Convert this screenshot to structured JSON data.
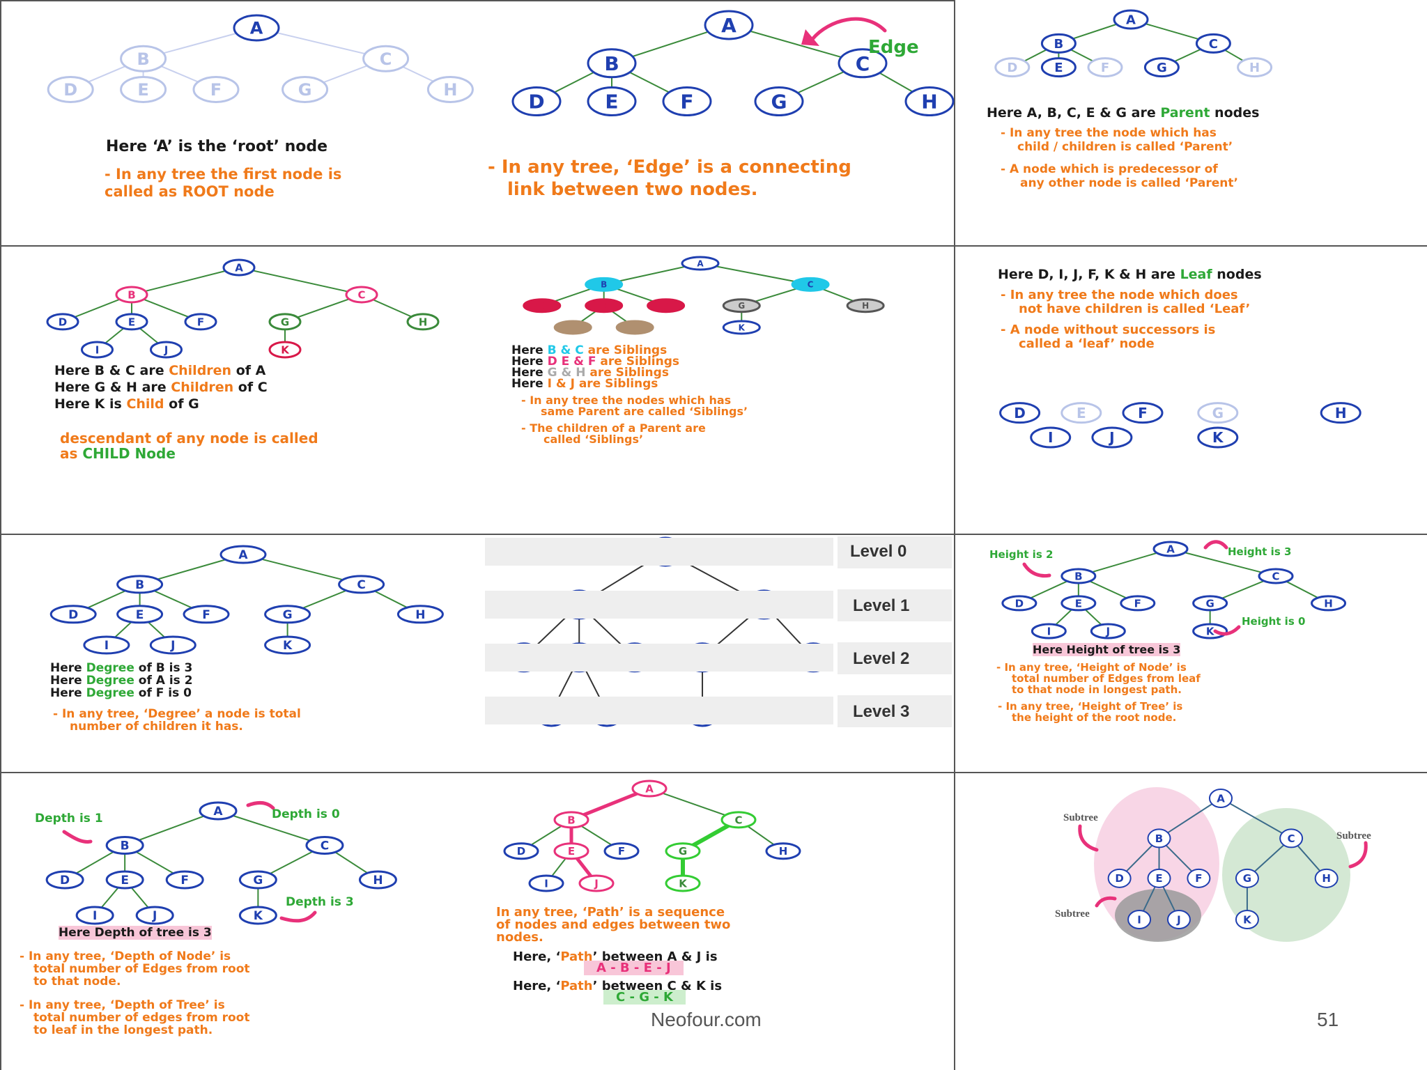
{
  "footer": "Neofour.com",
  "page_number": "51",
  "panels": {
    "root": {
      "caption": "Here ‘A’ is the ‘root’ node",
      "line1": "- In any tree the first node is",
      "line2": "called as ROOT node"
    },
    "edge": {
      "arrow_label": "Edge",
      "line1": "- In any tree, ‘Edge’ is a connecting",
      "line2": "link between two nodes."
    },
    "parent": {
      "caption_a": "Here A, B, C, E & G are ",
      "caption_b": "Parent",
      "caption_c": " nodes",
      "line1": "- In any tree the node which has",
      "line2": "child / children is called ‘Parent’",
      "line3": "- A node which is predecessor of",
      "line4": "any other node is called ‘Parent’"
    },
    "children": {
      "r1a": "Here B & C are ",
      "r1b": "Children",
      "r1c": " of A",
      "r2a": "Here G & H are ",
      "r2b": "Children",
      "r2c": " of C",
      "r3a": "Here K is ",
      "r3b": "Child",
      "r3c": " of G",
      "line1": "descendant of any node is called",
      "line2a": "as ",
      "line2b": "CHILD Node"
    },
    "siblings": {
      "r1a": "Here ",
      "r1b": "B & C",
      "r1c": " are Siblings",
      "r2a": "Here ",
      "r2b": "D E & F",
      "r2c": " are Siblings",
      "r3a": "Here ",
      "r3b": "G & H",
      "r3c": " are Siblings",
      "r4a": "Here ",
      "r4b": "I & J",
      "r4c": " are Siblings",
      "line1": "- In any tree the nodes which has",
      "line2": "same Parent are called ‘Siblings’",
      "line3": "- The children of a Parent are",
      "line4": "called ‘Siblings’"
    },
    "leaf": {
      "caption_a": "Here D, I, J, F, K & H are ",
      "caption_b": "Leaf",
      "caption_c": " nodes",
      "line1": "- In any tree the node which does",
      "line2": "not have children is called ‘Leaf’",
      "line3": "- A node without successors is",
      "line4": "called a ‘leaf’ node"
    },
    "degree": {
      "r1a": "Here ",
      "r1b": "Degree",
      "r1c": " of B is 3",
      "r2a": "Here ",
      "r2b": "Degree",
      "r2c": " of A is 2",
      "r3a": "Here ",
      "r3b": "Degree",
      "r3c": " of F is 0",
      "line1": "- In any tree, ‘Degree’ a node is total",
      "line2": "number of children it has."
    },
    "level": {
      "l0": "Level 0",
      "l1": "Level 1",
      "l2": "Level 2",
      "l3": "Level 3"
    },
    "height": {
      "h_b": "Height is 2",
      "h_a": "Height is 3",
      "h_k": "Height is 0",
      "tree": "Here Height of tree is 3",
      "line1": "- In any tree, ‘Height of Node’ is",
      "line2": "total number of Edges from leaf",
      "line3": "to that node in longest path.",
      "line4": "- In any tree, ‘Height of Tree’ is",
      "line5": "the height of the root node."
    },
    "depth": {
      "d_b": "Depth is 1",
      "d_a": "Depth is 0",
      "d_k": "Depth is 3",
      "tree": "Here Depth of tree is 3",
      "line1": "- In any tree, ‘Depth of Node’ is",
      "line2": "total number of Edges from root",
      "line3": "to that node.",
      "line4": "- In any tree, ‘Depth of Tree’ is",
      "line5": "total number of edges from root",
      "line6": "to leaf in the longest path."
    },
    "path": {
      "line1": "In any tree, ‘Path’ is a sequence",
      "line2": "of nodes and edges between two",
      "line3": "nodes.",
      "r1a": "Here, ‘",
      "r1b": "Path",
      "r1c": "’ between A & J is",
      "r1path": "A - B - E - J",
      "r2a": "Here, ‘",
      "r2b": "Path",
      "r2c": "’ between C & K is",
      "r2path": "C - G - K"
    },
    "subtree": {
      "label_left": "Subtree",
      "label_right": "Subtree",
      "label_bottom": "Subtree"
    }
  },
  "node_letters": [
    "A",
    "B",
    "C",
    "D",
    "E",
    "F",
    "G",
    "H",
    "I",
    "J",
    "K"
  ],
  "colors": {
    "node_blue": "#1f3fb0",
    "node_faded": "#b8c4e8",
    "edge_green": "#3a8a3a",
    "text_orange": "#f07a1a",
    "text_green": "#2ea836",
    "highlight_pink": "#e8317a",
    "highlight_green": "#33cc33",
    "sibling_cyan": "#20c8e8",
    "sibling_red": "#d81848",
    "sibling_brown": "#b09070"
  }
}
